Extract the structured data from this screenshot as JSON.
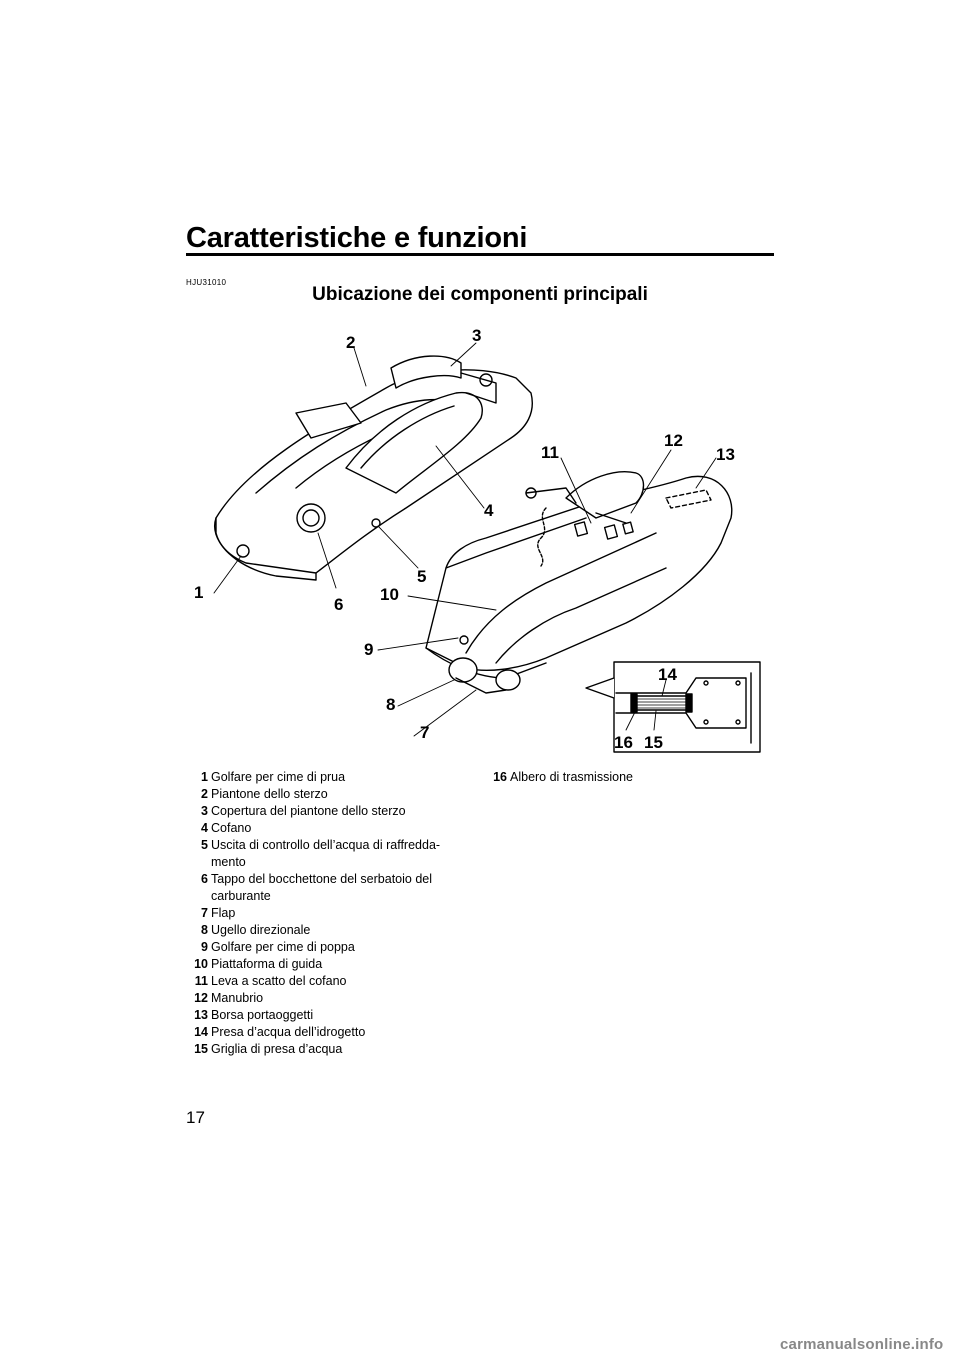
{
  "header": {
    "chapter_title": "Caratteristiche e funzioni",
    "section_code": "HJU31010",
    "section_title": "Ubicazione dei componenti principali"
  },
  "figure": {
    "callouts": [
      "1",
      "2",
      "3",
      "4",
      "5",
      "6",
      "7",
      "8",
      "9",
      "10",
      "11",
      "12",
      "13",
      "14",
      "15",
      "16"
    ]
  },
  "legend": {
    "items": [
      {
        "num": "1",
        "text": "Golfare per cime di prua"
      },
      {
        "num": "2",
        "text": "Piantone dello sterzo"
      },
      {
        "num": "3",
        "text": "Copertura del piantone dello sterzo"
      },
      {
        "num": "4",
        "text": "Cofano"
      },
      {
        "num": "5",
        "text": "Uscita di controllo dell’acqua di raffredda-mento"
      },
      {
        "num": "6",
        "text": "Tappo del bocchettone del serbatoio del carburante"
      },
      {
        "num": "7",
        "text": "Flap"
      },
      {
        "num": "8",
        "text": "Ugello direzionale"
      },
      {
        "num": "9",
        "text": "Golfare per cime di poppa"
      },
      {
        "num": "10",
        "text": "Piattaforma di guida"
      },
      {
        "num": "11",
        "text": "Leva a scatto del cofano"
      },
      {
        "num": "12",
        "text": "Manubrio"
      },
      {
        "num": "13",
        "text": "Borsa portaoggetti"
      },
      {
        "num": "14",
        "text": "Presa d’acqua dell’idrogetto"
      },
      {
        "num": "15",
        "text": "Griglia di presa d’acqua"
      },
      {
        "num": "16",
        "text": "Albero di trasmissione"
      }
    ]
  },
  "footer": {
    "page_number": "17",
    "watermark": "carmanualsonline.info"
  }
}
